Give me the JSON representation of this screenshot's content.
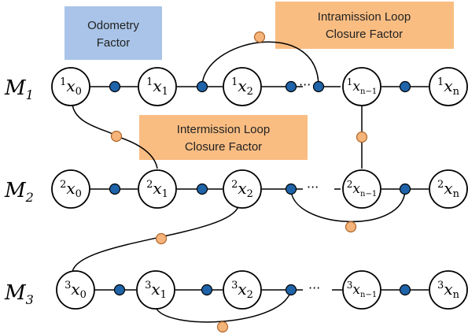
{
  "colors": {
    "odometry_box": "#a9c4e8",
    "loop_box": "#f9bd82",
    "variable_factor": "#1f63a8",
    "loop_factor": "#f5b47a"
  },
  "labels": {
    "odometry_line1": "Odometry",
    "odometry_line2": "Factor",
    "intramission_line1": "Intramission Loop",
    "intramission_line2": "Closure Factor",
    "intermission_line1": "Intermission Loop",
    "intermission_line2": "Closure Factor",
    "ellipsis": "···"
  },
  "robots": [
    {
      "name": "M",
      "sub": "1",
      "prefix": "1"
    },
    {
      "name": "M",
      "sub": "2",
      "prefix": "2"
    },
    {
      "name": "M",
      "sub": "3",
      "prefix": "3"
    }
  ],
  "node_letter": "x",
  "node_subscripts": [
    "0",
    "1",
    "2",
    "n−1",
    "n"
  ]
}
